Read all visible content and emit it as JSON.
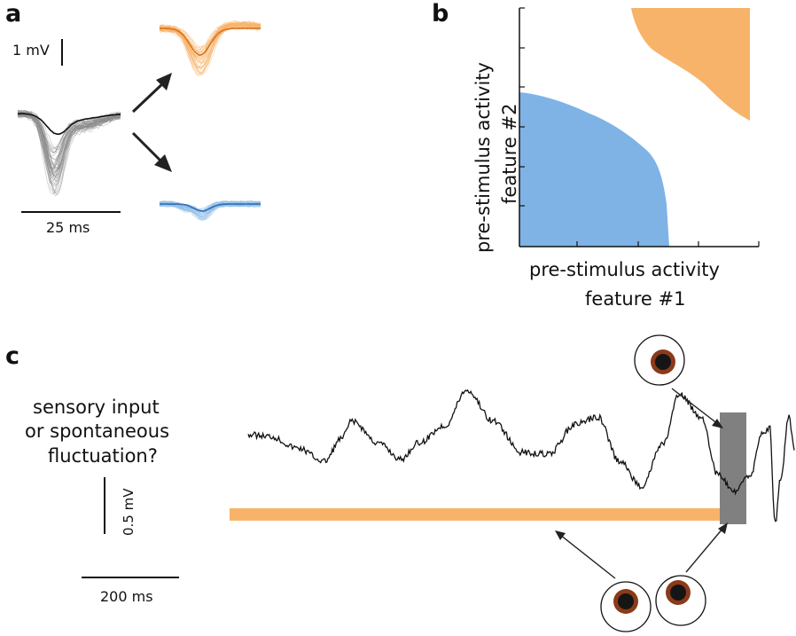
{
  "panels": {
    "a": {
      "letter": "a",
      "scale_voltage_label": "1 mV",
      "scale_time_label": "25 ms"
    },
    "b": {
      "letter": "b",
      "x_label_line1": "pre-stimulus activity",
      "x_label_line2": "feature #1",
      "y_label_line1": "pre-stimulus activity",
      "y_label_line2": "feature #2"
    },
    "c": {
      "letter": "c",
      "question_line1": "sensory input",
      "question_line2": "or spontaneous",
      "question_line3": "fluctuation?",
      "scale_voltage_label": "0.5 mV",
      "scale_time_label": "200 ms"
    }
  },
  "colors": {
    "orange": "#f7b36a",
    "orange_dark": "#e8892a",
    "blue": "#7fb3e6",
    "blue_dark": "#3f7fc4",
    "gray_trace": "#8a8a8a",
    "stim_box": "#808080",
    "eye_iris": "#8b3a1a"
  },
  "icons": {
    "eye": "eye-icon",
    "arrow": "arrow-icon"
  }
}
